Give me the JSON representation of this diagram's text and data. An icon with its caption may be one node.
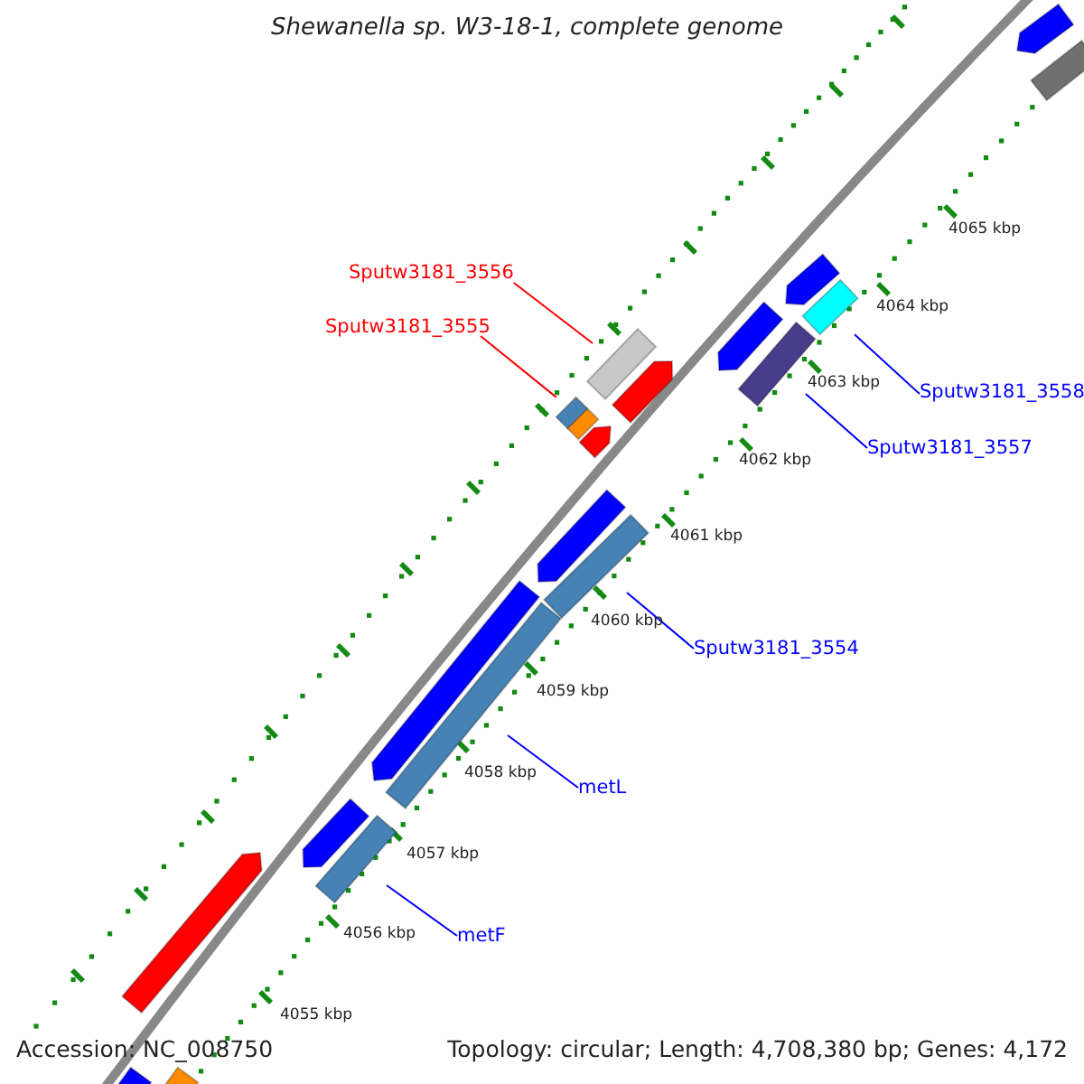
{
  "diagram": {
    "title": "Shewanella sp. W3-18-1, complete genome",
    "nodes": [
      {
        "text": [
          "Sputw3181_3556"
        ]
      },
      {
        "text": [],
        "shape": "bar"
      },
      {
        "text": [
          "Sputw3181_3555"
        ]
      },
      {
        "text": [],
        "shape": "bar"
      },
      {
        "text": [
          "Sputw3181_3558"
        ]
      },
      {
        "text": [],
        "shape": "bar"
      },
      {
        "text": [
          "Sputw3181_3557"
        ]
      },
      {
        "text": [],
        "shape": "bar"
      },
      {
        "text": [
          "Sputw3181_3554"
        ]
      },
      {
        "text": [],
        "shape": "bar"
      },
      {
        "text": [
          "metL"
        ]
      },
      {
        "text": [],
        "shape": "bar"
      },
      {
        "text": [
          "metF"
        ]
      },
      {
        "text": [],
        "shape": "bar"
      }
    ],
    "edges": [
      {
        "from": 0,
        "to": 1,
        "arrow": "none",
        "color": "#ff0000"
      },
      {
        "from": 2,
        "to": 3,
        "arrow": "none",
        "color": "#ff0000"
      },
      {
        "from": 4,
        "to": 5,
        "arrow": "none"
      },
      {
        "from": 6,
        "to": 7,
        "arrow": "none"
      },
      {
        "from": 8,
        "to": 9,
        "arrow": "none"
      },
      {
        "from": 10,
        "to": 11,
        "arrow": "none"
      },
      {
        "from": 12,
        "to": 13,
        "arrow": "none"
      }
    ],
    "labels": [
      "4065 kbp",
      "4064 kbp",
      "4063 kbp",
      "4062 kbp",
      "4061 kbp",
      "4060 kbp",
      "4059 kbp",
      "4058 kbp",
      "4057 kbp",
      "4056 kbp",
      "4055 kbp",
      "Accession: NC_008750",
      "Topology: circular; Length: 4,708,380 bp; Genes: 4,172"
    ]
  }
}
